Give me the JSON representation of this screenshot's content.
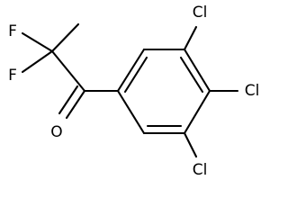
{
  "molecule": {
    "atoms": {
      "F1": "F",
      "F2": "F",
      "O": "O",
      "Cl1": "Cl",
      "Cl2": "Cl",
      "Cl3": "Cl"
    }
  }
}
